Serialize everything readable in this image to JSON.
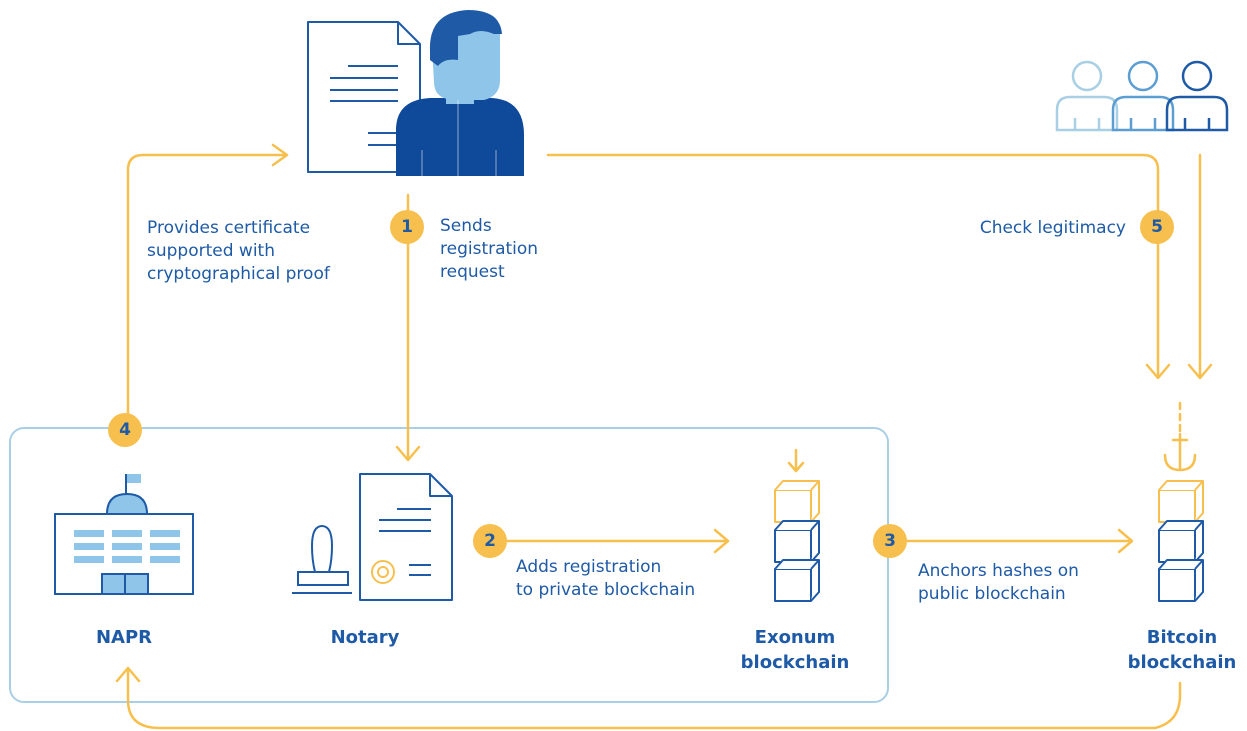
{
  "colors": {
    "arrow": "#f7c04e",
    "outline": "#1e5aa6",
    "text": "#1e5aa6",
    "box_border": "#a9cfe4",
    "person_dark": "#0f4a9a",
    "person_light": "#8fc5e8"
  },
  "steps": [
    {
      "number": "1",
      "text_lines": [
        "Sends",
        "registration",
        "request"
      ]
    },
    {
      "number": "2",
      "text_lines": [
        "Adds registration",
        "to private blockchain"
      ]
    },
    {
      "number": "3",
      "text_lines": [
        "Anchors hashes on",
        "public blockchain"
      ]
    },
    {
      "number": "4",
      "text_lines": [
        "Provides certificate",
        "supported with",
        "cryptographical proof"
      ]
    },
    {
      "number": "5",
      "text_lines": [
        "Check legitimacy"
      ]
    }
  ],
  "nodes": {
    "napr": "NAPR",
    "notary": "Notary",
    "exonum": [
      "Exonum",
      "blockchain"
    ],
    "bitcoin": [
      "Bitcoin",
      "blockchain"
    ]
  }
}
